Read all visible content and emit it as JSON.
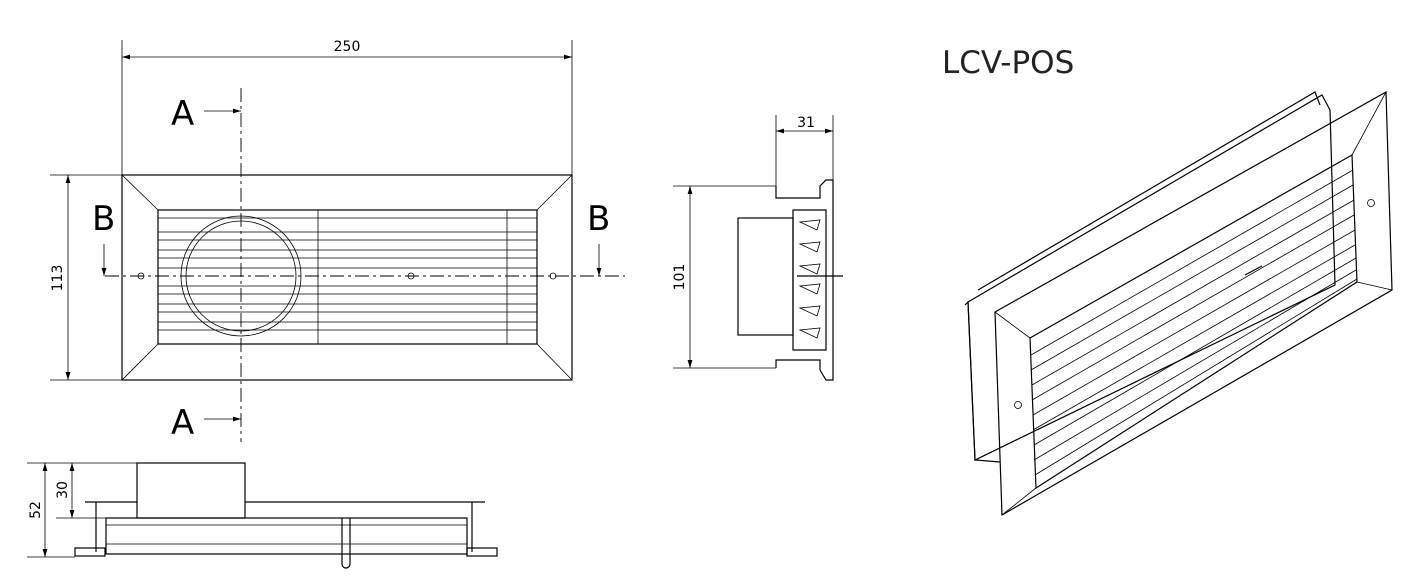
{
  "title": "LCV-POS",
  "front_view": {
    "width_dim": "250",
    "height_dim": "113",
    "section_a_top": "A",
    "section_a_bottom": "A",
    "section_b_left": "B",
    "section_b_right": "B"
  },
  "side_view": {
    "depth_dim": "31",
    "height_dim": "101"
  },
  "bottom_view": {
    "total_height_dim": "52",
    "collar_height_dim": "30"
  }
}
